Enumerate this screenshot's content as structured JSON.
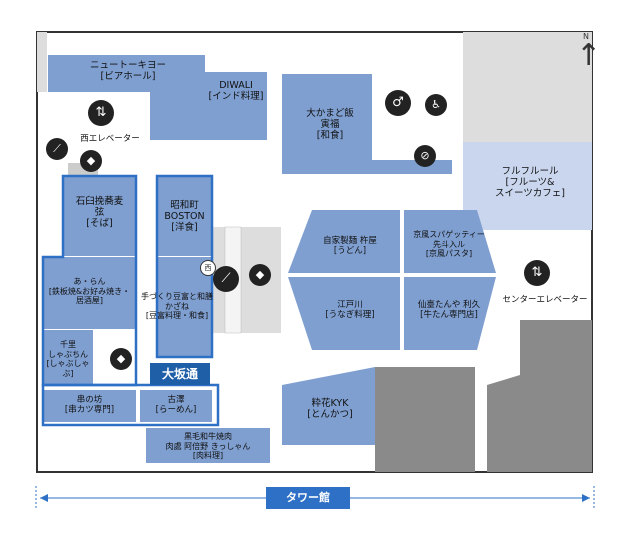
{
  "compass": {
    "north": "N"
  },
  "stores": {
    "new_tokyo": "ニュートーキヨー\n[ビアホール]",
    "diwali": "DIWALI\n[インド料理]",
    "okamado": "大かまど飯\n寅福\n[和食]",
    "fruful": "フルフルール\n[フルーツ&\nスイーツカフェ]",
    "ishiusu": "石臼挽蕎麦\n弦\n[そば]",
    "showacho": "昭和町\nBOSTON\n[洋食]",
    "ara": "あ・らん\n[鉄板焼&お好み焼き・\n居酒屋]",
    "kazane": "手づくり豆富と和膳\nかざね\n[豆富料理・和食]",
    "chiba": "千里\nしゃぶちん\n[しゃぶしゃぶ]",
    "kushi": "串の坊\n[串カツ専門]",
    "furusawa": "古澤\n[らーめん]",
    "kuroge": "黒毛和牛焼肉\n肉處 阿倍野 きっしゃん\n[肉料理]",
    "kineya": "自家製麺 杵屋\n[うどん]",
    "kyofu": "京風スパゲッティー\n先斗入ル\n[京風パスタ]",
    "edogawa": "江戸川\n[うなぎ料理]",
    "risaku": "仙臺たんや 利久\n[牛たん専門店]",
    "ikika": "粋花KYK\n[とんかつ]"
  },
  "labels": {
    "west_elevator": "西エレベーター",
    "center_elevator": "センターエレベーター",
    "street": "大坂通",
    "tower": "タワー館"
  },
  "colors": {
    "store_fill": "#7f9fd0",
    "store_stroke": "#5577aa",
    "light_blue": "#c9d6ee",
    "dark_gray": "#8a8a8a",
    "light_gray": "#dcdcdc",
    "accent_blue": "#2e70c5",
    "outline": "#333333"
  }
}
